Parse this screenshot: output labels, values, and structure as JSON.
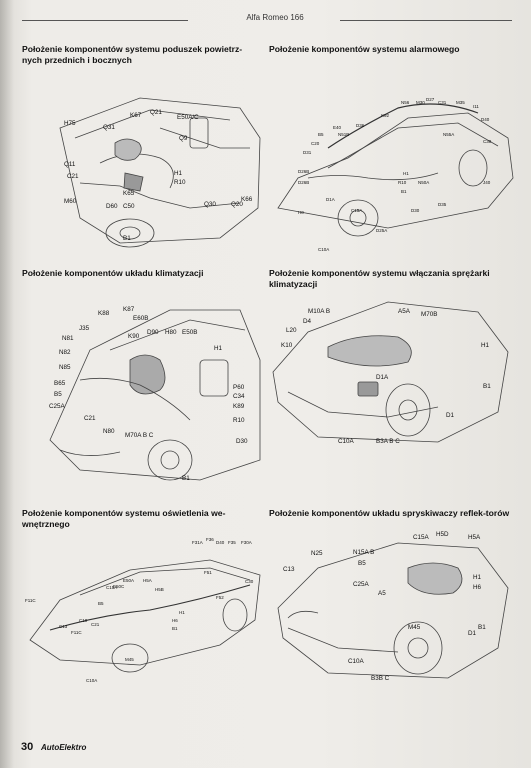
{
  "header": {
    "title": "Alfa Romeo 166"
  },
  "sections": [
    {
      "title": "Położenie komponentów systemu poduszek powietrz-nych przednich i bocznych",
      "labels": [
        "H75",
        "K67",
        "Q21",
        "E50A/C",
        "Q31",
        "Q9",
        "Q11",
        "C21",
        "H1",
        "R10",
        "K65",
        "M60",
        "D60",
        "C50",
        "Q30",
        "Q20",
        "K66",
        "B1"
      ]
    },
    {
      "title": "Położenie komponentów systemu alarmowego",
      "labels": [
        "D27",
        "N56",
        "M30",
        "C31",
        "M35",
        "I11",
        "K92",
        "D40",
        "E40",
        "D36",
        "B5",
        "N51B",
        "N55A",
        "C20",
        "C30",
        "D31",
        "D26B",
        "H1",
        "D26B",
        "R10",
        "N50A",
        "J40",
        "B1",
        "D1A",
        "D35",
        "H0",
        "C15A",
        "D30",
        "D25A",
        "C10A"
      ]
    },
    {
      "title": "Położenie komponentów układu klimatyzacji",
      "labels": [
        "K88",
        "K87",
        "J35",
        "E60B",
        "N81",
        "K90",
        "D90",
        "H80",
        "E50B",
        "N82",
        "H1",
        "N85",
        "B65",
        "P60",
        "B5",
        "C34",
        "C25A",
        "K89",
        "C21",
        "R10",
        "N80",
        "M70A B C",
        "D30",
        "B1"
      ]
    },
    {
      "title": "Położenie komponentów systemu włączania sprężarki klimatyzacji",
      "labels": [
        "M10A B",
        "D4",
        "A5A",
        "M70B",
        "L20",
        "K10",
        "H1",
        "D1A",
        "B1",
        "D1",
        "C10A",
        "B3A B C"
      ]
    },
    {
      "title": "Położenie komponentów systemu oświetlenia we-wnętrznego",
      "labels": [
        "F31A",
        "F36",
        "D40",
        "F35",
        "F30A",
        "F51",
        "C15A",
        "E50A",
        "E50C",
        "H5A",
        "H5B",
        "C30",
        "B5",
        "F52",
        "F11C",
        "C10",
        "C13",
        "C21",
        "F11C",
        "H1",
        "H6",
        "B1",
        "M45",
        "C10A"
      ]
    },
    {
      "title": "Położenie komponentów układu spryskiwaczy reflek-torów",
      "labels": [
        "C15A",
        "H5D",
        "H5A",
        "N25",
        "N15A B",
        "B5",
        "C13",
        "C25A",
        "H1",
        "H6",
        "A5",
        "M45",
        "B1",
        "D1",
        "C10A",
        "B3B C"
      ]
    }
  ],
  "footer": {
    "page_number": "30",
    "brand": "AutoElektro"
  }
}
